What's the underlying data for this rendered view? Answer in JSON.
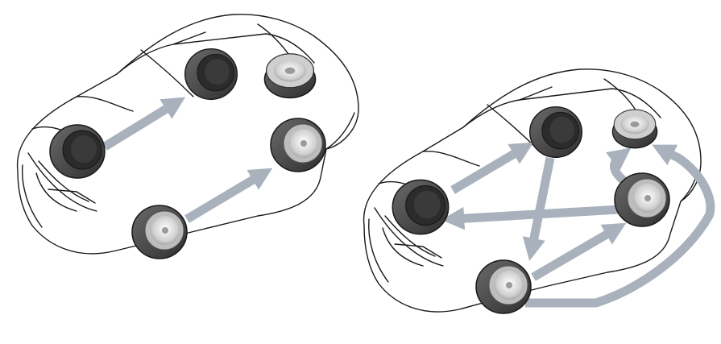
{
  "diagram": {
    "panels": [
      {
        "id": "rotation-pattern-a",
        "tires": [
          "front-left",
          "rear-left",
          "front-right",
          "rear-right",
          "spare"
        ],
        "moves": [
          {
            "from": "front-left",
            "to": "rear-left"
          },
          {
            "from": "front-right",
            "to": "rear-right"
          }
        ]
      },
      {
        "id": "rotation-pattern-b",
        "tires": [
          "front-left",
          "rear-left",
          "front-right",
          "rear-right",
          "spare"
        ],
        "moves": [
          {
            "from": "front-left",
            "to": "rear-left"
          },
          {
            "from": "rear-left",
            "to": "front-right"
          },
          {
            "from": "rear-right",
            "to": "front-left"
          },
          {
            "from": "front-right",
            "to": "rear-right"
          },
          {
            "from": "rear-right",
            "to": "spare"
          },
          {
            "from": "front-right",
            "to": "spare"
          }
        ]
      }
    ],
    "colors": {
      "outline": "#1a1a1a",
      "arrow": "#a9b2bc",
      "tread": "#4a4a4a",
      "tread_dark": "#2d2d2d",
      "rim": "#d9d9d9"
    }
  }
}
